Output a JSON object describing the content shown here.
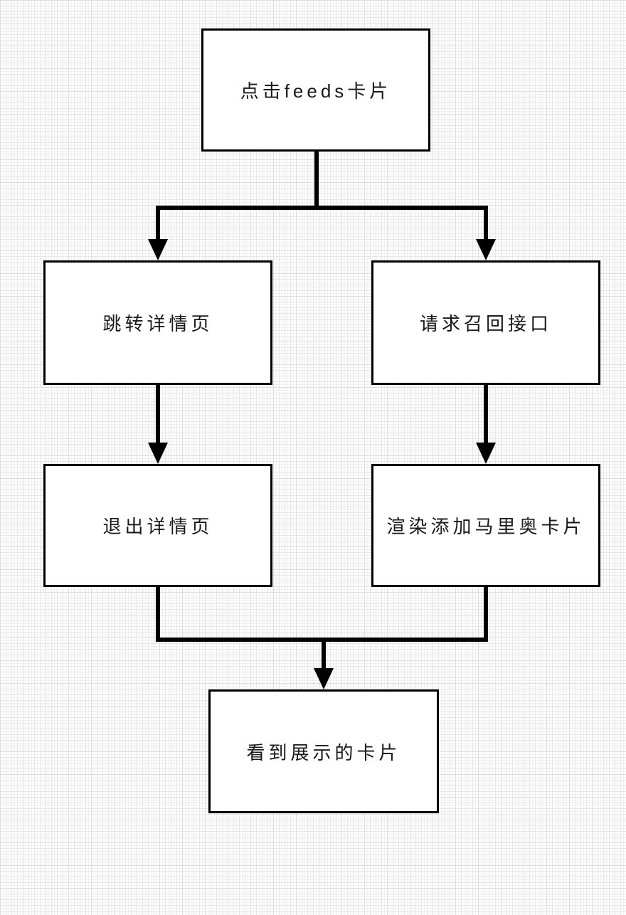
{
  "diagram": {
    "type": "flowchart",
    "nodes": [
      {
        "id": "click-feeds-card",
        "label": "点击feeds卡片"
      },
      {
        "id": "jump-detail-page",
        "label": "跳转详情页"
      },
      {
        "id": "request-recall-api",
        "label": "请求召回接口"
      },
      {
        "id": "exit-detail-page",
        "label": "退出详情页"
      },
      {
        "id": "render-mario-card",
        "label": "渲染添加马里奥卡片"
      },
      {
        "id": "see-displayed-card",
        "label": "看到展示的卡片"
      }
    ],
    "edges": [
      {
        "from": "click-feeds-card",
        "to": "jump-detail-page"
      },
      {
        "from": "click-feeds-card",
        "to": "request-recall-api"
      },
      {
        "from": "jump-detail-page",
        "to": "exit-detail-page"
      },
      {
        "from": "request-recall-api",
        "to": "render-mario-card"
      },
      {
        "from": "exit-detail-page",
        "to": "see-displayed-card"
      },
      {
        "from": "render-mario-card",
        "to": "see-displayed-card"
      }
    ],
    "colors": {
      "node_fill": "#ffffff",
      "node_border": "#000000",
      "connector": "#000000",
      "text": "#1a1a1a",
      "grid_line": "#e7e7e7",
      "background": "#fdfdfd"
    }
  }
}
